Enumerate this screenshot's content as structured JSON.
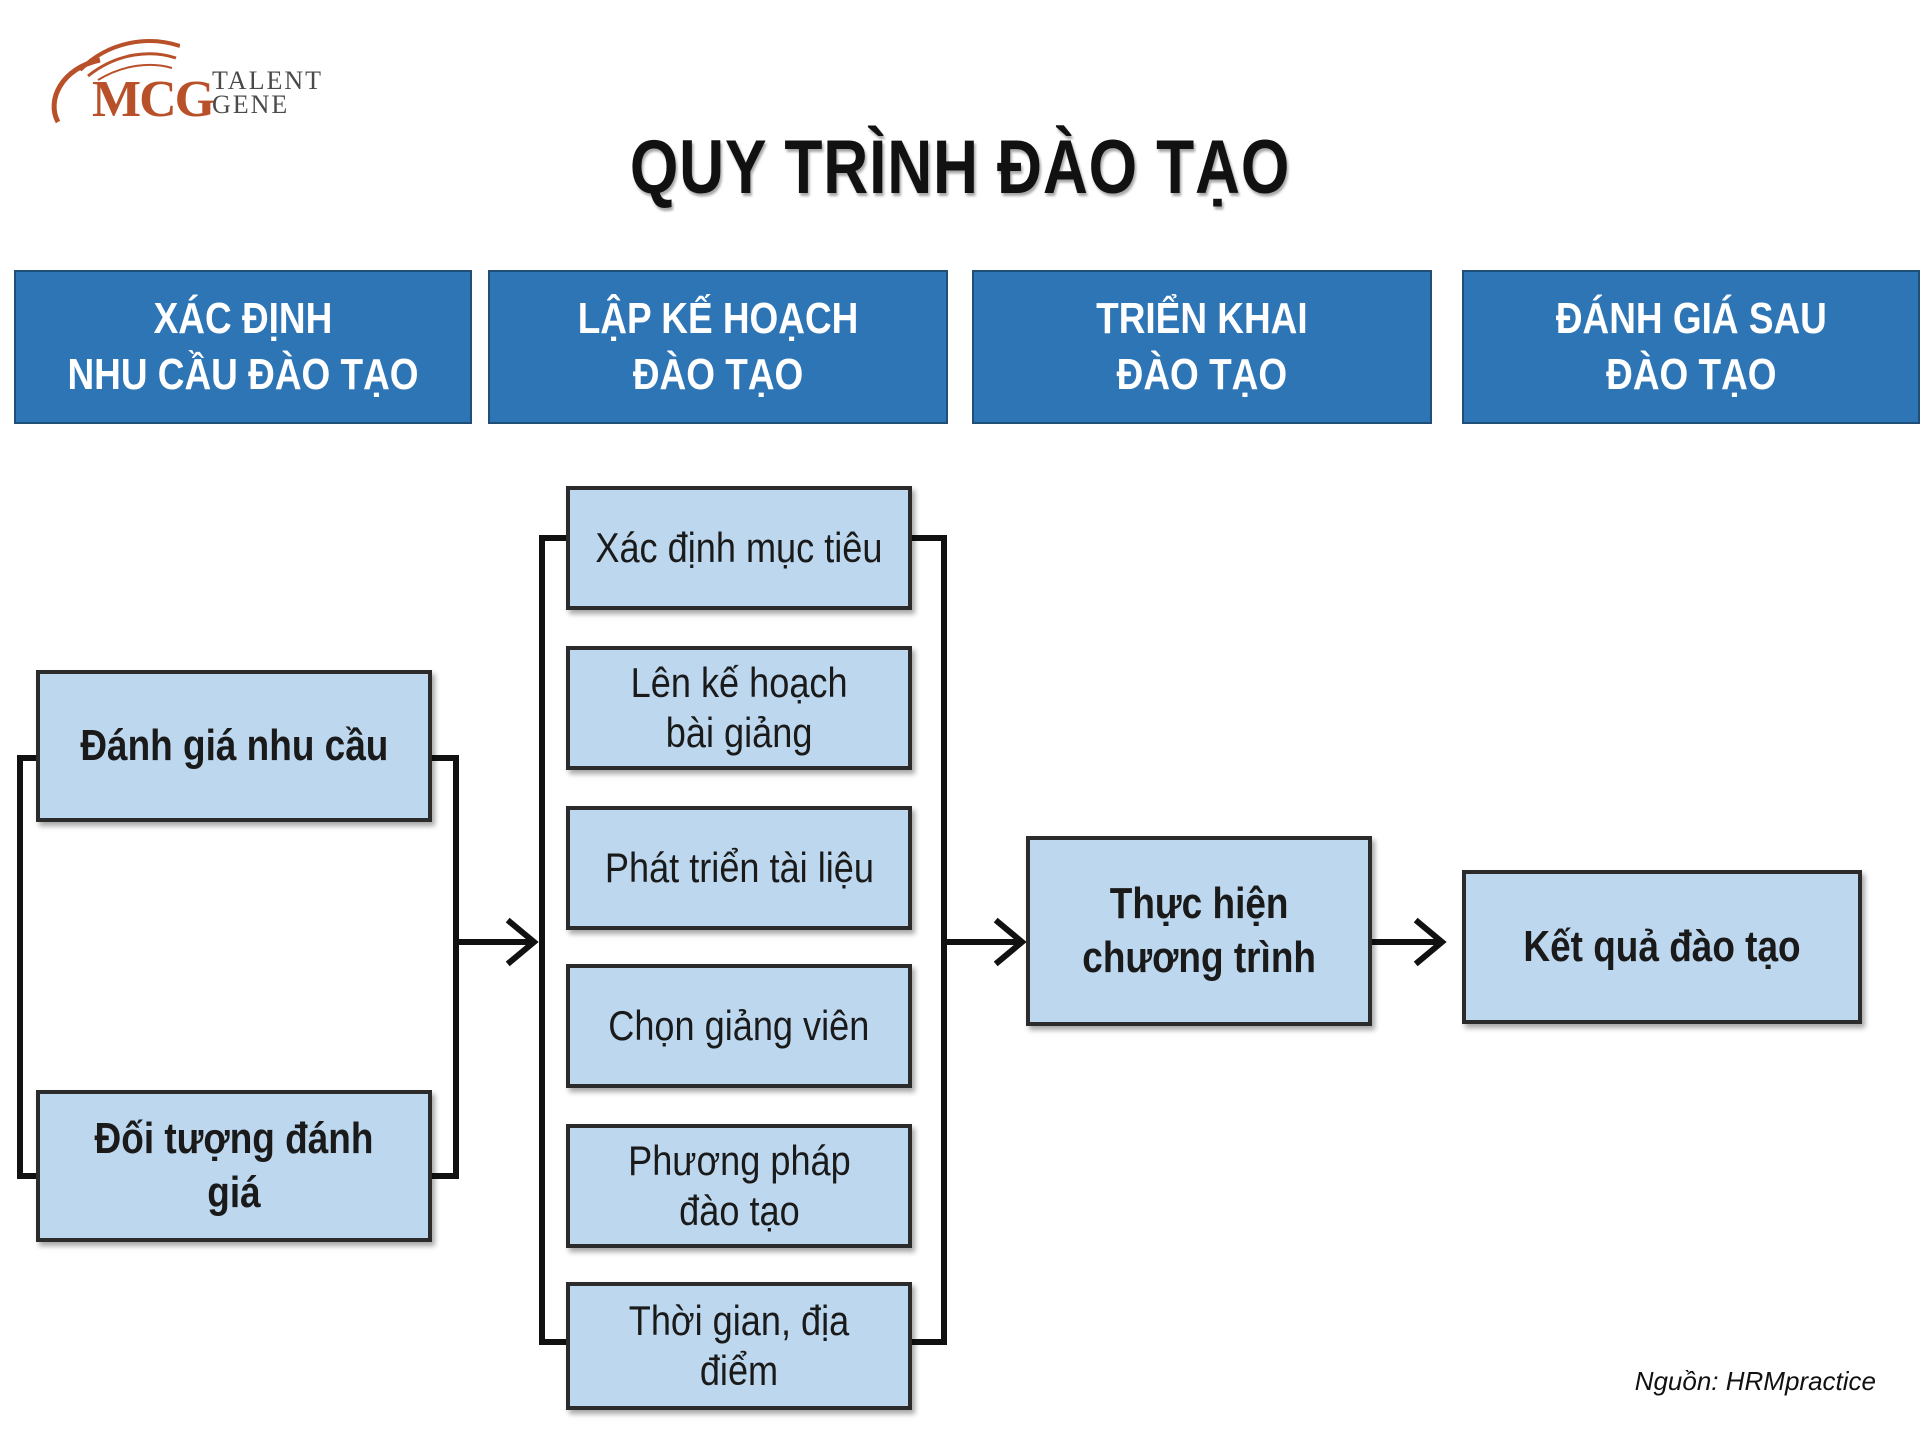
{
  "logo": {
    "brand": "MCG",
    "line1": "TALENT",
    "line2": "GENE"
  },
  "title": "QUY TRÌNH ĐÀO TẠO",
  "stages": [
    {
      "label": "XÁC ĐỊNH\nNHU CẦU ĐÀO TẠO"
    },
    {
      "label": "LẬP KẾ HOẠCH\nĐÀO TẠO"
    },
    {
      "label": "TRIỂN KHAI\nĐÀO TẠO"
    },
    {
      "label": "ĐÁNH GIÁ SAU\nĐÀO TẠO"
    }
  ],
  "assess_steps": [
    {
      "label": "Đánh giá nhu cầu"
    },
    {
      "label": "Đối tượng đánh giá"
    }
  ],
  "plan_steps": [
    {
      "label": "Xác định mục tiêu"
    },
    {
      "label": "Lên kế hoạch\nbài giảng"
    },
    {
      "label": "Phát triển tài liệu"
    },
    {
      "label": "Chọn giảng viên"
    },
    {
      "label": "Phương pháp\nđào tạo"
    },
    {
      "label": "Thời gian, địa điểm"
    }
  ],
  "implement_step": {
    "label": "Thực hiện\nchương trình"
  },
  "result_step": {
    "label": "Kết quả đào tạo"
  },
  "source": "Nguồn: HRMpractice",
  "colors": {
    "stage_fill": "#2e75b6",
    "box_fill": "#bdd7ee",
    "box_border": "#2b2b2b",
    "logo_accent": "#b8512a"
  }
}
